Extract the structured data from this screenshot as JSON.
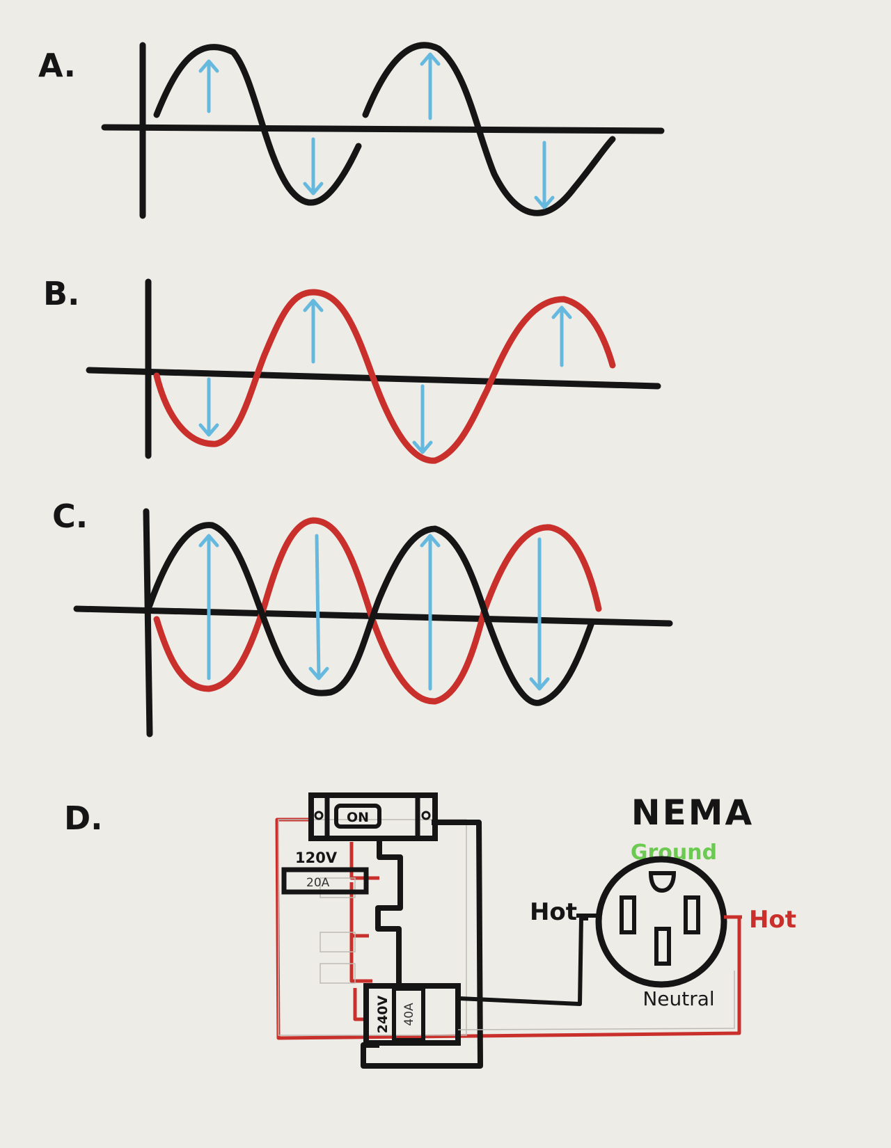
{
  "colors": {
    "ink": "#151515",
    "red": "#c9302c",
    "blue": "#66b9de",
    "green": "#6cc952",
    "paper": "#eeece7"
  },
  "panels": [
    {
      "label": "A.",
      "waves": [
        "black"
      ]
    },
    {
      "label": "B.",
      "waves": [
        "red"
      ]
    },
    {
      "label": "C.",
      "waves": [
        "black",
        "red"
      ]
    }
  ],
  "panel_d": {
    "label": "D.",
    "main_breaker_label": "ON",
    "breaker_120": {
      "voltage": "120V",
      "amps": "20A"
    },
    "breaker_240": {
      "voltage": "240V",
      "amps": "40A"
    },
    "receptacle": {
      "title": "NEMA",
      "ground_label": "Ground",
      "neutral_label": "Neutral",
      "hot_left_label": "Hot",
      "hot_right_label": "Hot"
    }
  }
}
